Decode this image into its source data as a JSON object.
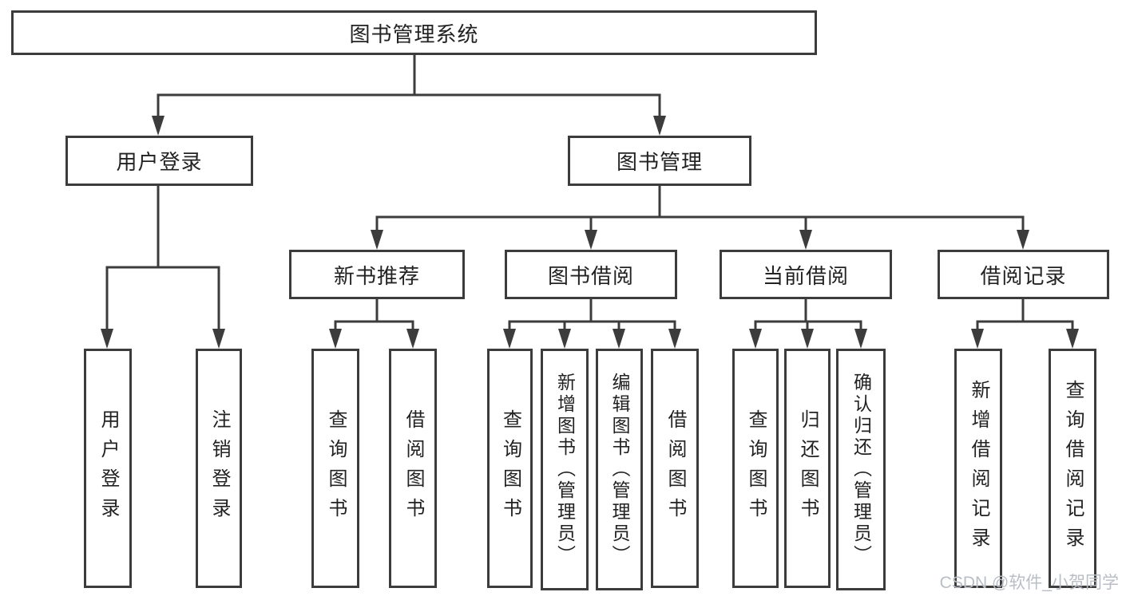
{
  "diagram": {
    "root": {
      "label": "图书管理系统"
    },
    "level2": [
      {
        "label": "用户登录"
      },
      {
        "label": "图书管理"
      }
    ],
    "level3": [
      {
        "label": "新书推荐"
      },
      {
        "label": "图书借阅"
      },
      {
        "label": "当前借阅"
      },
      {
        "label": "借阅记录"
      }
    ],
    "leaves": {
      "user_login": [
        {
          "label": "用户登录"
        },
        {
          "label": "注销登录"
        }
      ],
      "new_book": [
        {
          "label": "查询图书"
        },
        {
          "label": "借阅图书"
        }
      ],
      "book_borrow": [
        {
          "label": "查询图书"
        },
        {
          "label": "新增图书（管理员）"
        },
        {
          "label": "编辑图书（管理员）"
        },
        {
          "label": "借阅图书"
        }
      ],
      "current_borrow": [
        {
          "label": "查询图书"
        },
        {
          "label": "归还图书"
        },
        {
          "label": "确认归还（管理员）"
        }
      ],
      "borrow_records": [
        {
          "label": "新增借阅记录"
        },
        {
          "label": "查询借阅记录"
        }
      ]
    },
    "watermark": "CSDN @软件_小贺同学",
    "colors": {
      "line": "#3c3c3c",
      "text": "#222222",
      "watermark": "#b9bec6",
      "background": "#ffffff"
    }
  }
}
